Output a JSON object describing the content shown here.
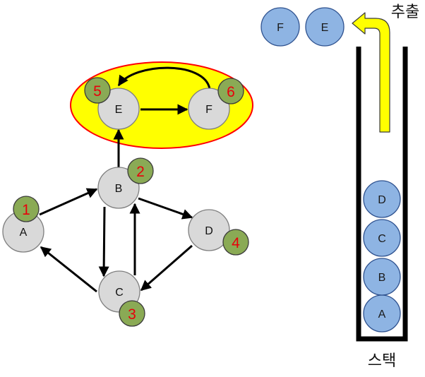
{
  "diagram": {
    "nodes": {
      "A": {
        "label": "A",
        "order": "1"
      },
      "B": {
        "label": "B",
        "order": "2"
      },
      "C": {
        "label": "C",
        "order": "3"
      },
      "D": {
        "label": "D",
        "order": "4"
      },
      "E": {
        "label": "E",
        "order": "5"
      },
      "F": {
        "label": "F",
        "order": "6"
      }
    },
    "edges": [
      {
        "from": "A",
        "to": "B"
      },
      {
        "from": "B",
        "to": "E"
      },
      {
        "from": "B",
        "to": "C"
      },
      {
        "from": "C",
        "to": "B"
      },
      {
        "from": "C",
        "to": "A"
      },
      {
        "from": "B",
        "to": "D"
      },
      {
        "from": "D",
        "to": "C"
      },
      {
        "from": "E",
        "to": "F"
      },
      {
        "from": "F",
        "to": "E"
      }
    ],
    "component": {
      "members": [
        "E",
        "F"
      ],
      "fill": "#ffff00",
      "border": "#ff0000"
    },
    "colors": {
      "node_fill": "#d9d9d9",
      "order_badge": "#8aaa55",
      "order_text": "#e8000b",
      "stack_item": "#8eb4e3"
    }
  },
  "stack": {
    "caption": "스택",
    "items": [
      "A",
      "B",
      "C",
      "D"
    ]
  },
  "extracted": {
    "caption": "추출",
    "items": [
      "F",
      "E"
    ]
  }
}
